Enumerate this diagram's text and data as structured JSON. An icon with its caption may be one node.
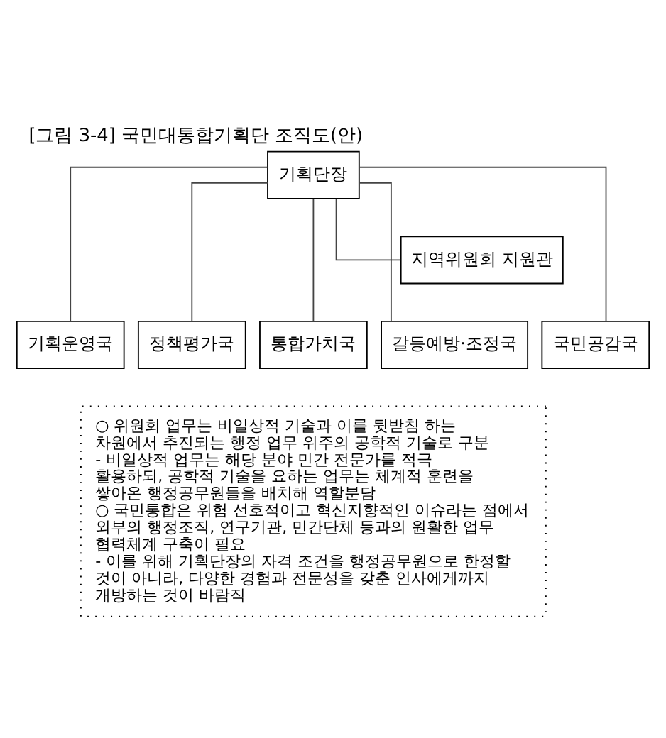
{
  "diagram": {
    "title": "[그림 3-4] 국민대통합기획단 조직도(안)",
    "nodes": [
      {
        "text": [
          "기획단장"
        ]
      },
      {
        "text": [
          "지역위원회 지원관"
        ]
      },
      {
        "text": [
          "기획운영국"
        ]
      },
      {
        "text": [
          "정책평가국"
        ]
      },
      {
        "text": [
          "통합가치국"
        ]
      },
      {
        "text": [
          "갈등예방·조정국"
        ]
      },
      {
        "text": [
          "국민공감국"
        ]
      },
      {
        "text": [
          "○ 위원회 업무는 비일상적 기술과 이를 뒷받침 하는 차원에서 추진되는 행정 업무 위주의 공학적 기술로 구분",
          "- 비일상적 업무는 해당 분야 민간 전문가를 적극 활용하되, 공학적 기술을 요하는 업무는 체계적 훈련을 쌓아온 행정공무원들을 배치해 역할분담",
          "○ 국민통합은 위험 선호적이고 혁신지향적인 이슈라는 점에서 외부의 행정조직, 연구기관, 민간단체 등과의 원활한 업무 협력체계 구축이 필요",
          "- 이를 위해 기획단장의 자격 조건을 행정공무원으로 한정할 것이 아니라, 다양한 경험과 전문성을 갖춘 인사에게까지 개방하는 것이 바람직"
        ]
      }
    ],
    "edges": [
      {
        "from": 0,
        "to": 1,
        "arrow": "none"
      },
      {
        "from": 0,
        "to": 2,
        "arrow": "none"
      },
      {
        "from": 0,
        "to": 3,
        "arrow": "none"
      },
      {
        "from": 0,
        "to": 4,
        "arrow": "none"
      },
      {
        "from": 0,
        "to": 5,
        "arrow": "none"
      },
      {
        "from": 0,
        "to": 6,
        "arrow": "none"
      }
    ]
  }
}
